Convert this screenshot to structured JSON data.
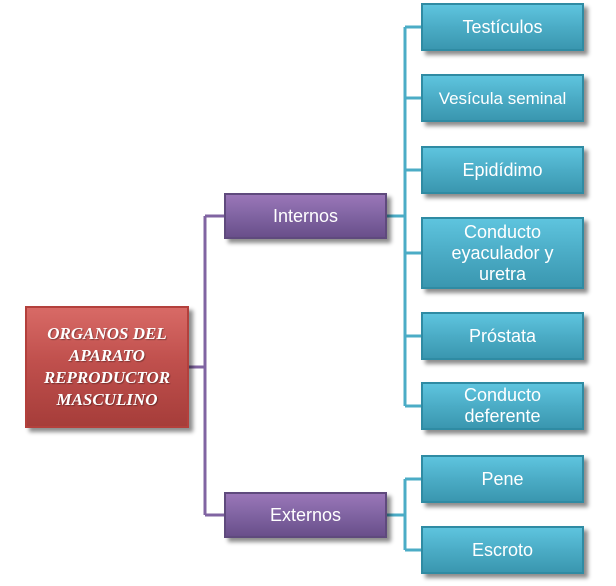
{
  "diagram": {
    "root": {
      "label": "ORGANOS DEL APARATO REPRODUCTOR MASCULINO"
    },
    "groups": [
      {
        "label": "Internos",
        "children": [
          {
            "label": "Testículos"
          },
          {
            "label": "Vesícula seminal"
          },
          {
            "label": "Epidídimo"
          },
          {
            "label": "Conducto eyaculador y uretra"
          },
          {
            "label": "Próstata"
          },
          {
            "label": "Conducto deferente"
          }
        ]
      },
      {
        "label": "Externos",
        "children": [
          {
            "label": "Pene"
          },
          {
            "label": "Escroto"
          }
        ]
      }
    ]
  },
  "colors": {
    "root": "#c0504d",
    "group": "#8064a2",
    "leaf": "#4bacc6",
    "root_connector": "#8064a2",
    "leaf_connector": "#4bacc6"
  }
}
